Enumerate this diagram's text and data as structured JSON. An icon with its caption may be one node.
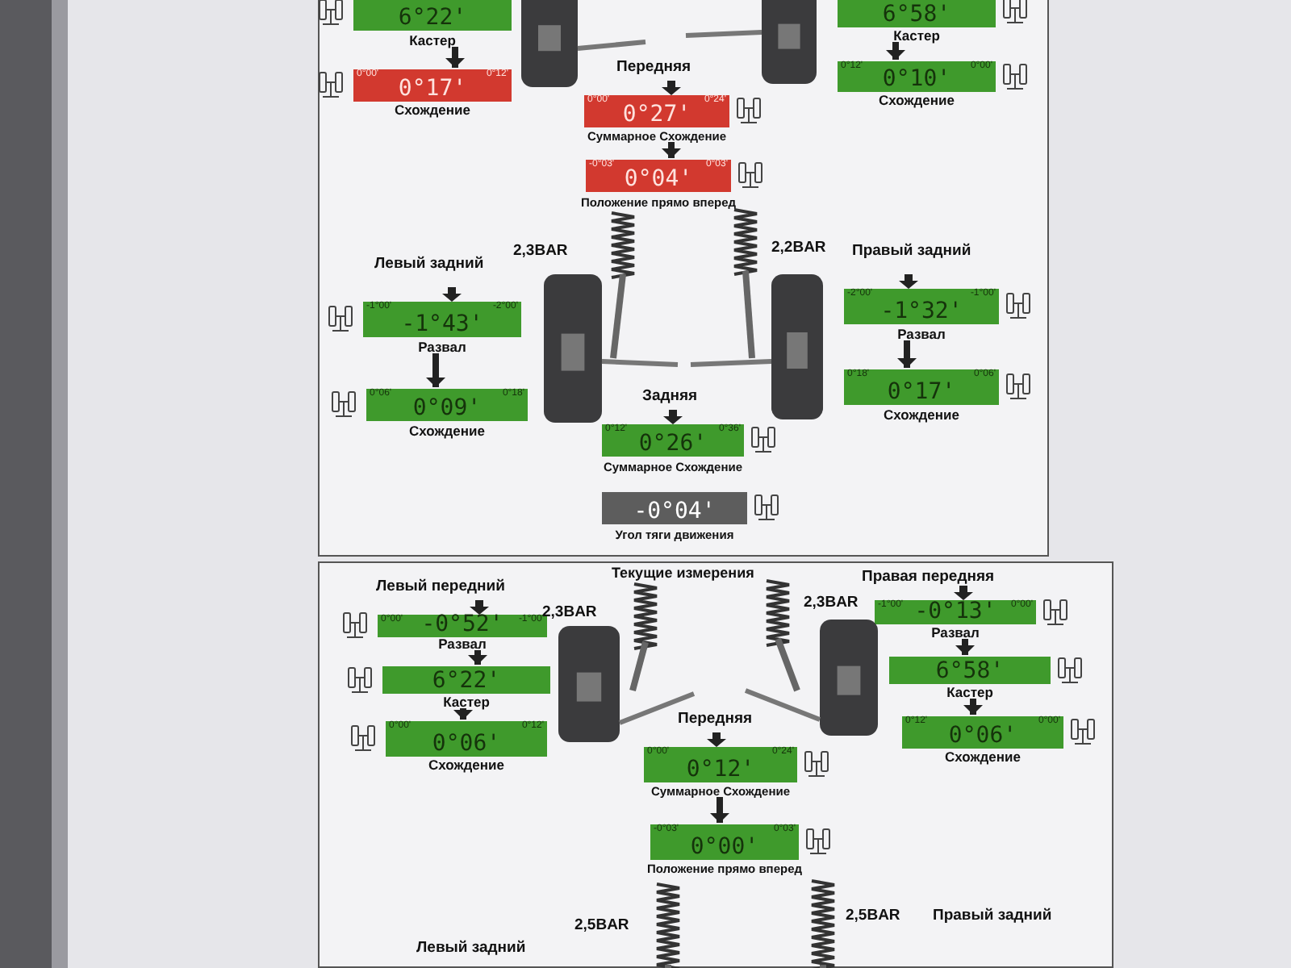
{
  "diagram": {
    "nodes": [
      {
        "text": [],
        "shape": "box"
      },
      {
        "text": [
          "Текущие измерения"
        ]
      },
      {
        "text": [
          "6°22'",
          "Кастер"
        ],
        "in": 0
      },
      {
        "text": [
          "0°00'",
          "0°17'",
          "0°12'",
          "Схождение"
        ],
        "in": 0
      },
      {
        "text": [
          "6°58'",
          "Кастер"
        ],
        "in": 0
      },
      {
        "text": [
          "0°12'",
          "0°10'",
          "0°00'",
          "Схождение"
        ],
        "in": 0
      },
      {
        "text": [
          "0°00'",
          "0°27'",
          "0°24'",
          "Суммарное Схождение"
        ],
        "in": 0
      },
      {
        "text": [
          "-0°03'",
          "0°04'",
          "0°03'",
          "Положение прямо вперед"
        ],
        "in": 0
      },
      {
        "text": [
          "-1°00'",
          "-1°43'",
          "-2°00'",
          "Развал"
        ],
        "in": 0
      },
      {
        "text": [
          "0°06'",
          "0°09'",
          "0°18'",
          "Схождение"
        ],
        "in": 0
      },
      {
        "text": [
          "-2°00'",
          "-1°32'",
          "-1°00'",
          "Развал"
        ],
        "in": 0
      },
      {
        "text": [
          "0°18'",
          "0°17'",
          "0°06'",
          "Схождение"
        ],
        "in": 0
      },
      {
        "text": [
          "0°12'",
          "0°26'",
          "0°36'",
          "Суммарное Схождение"
        ],
        "in": 0
      },
      {
        "text": [
          "-0°04'",
          "Угол тяги движения"
        ],
        "in": 0
      },
      {
        "text": [
          "0°00'",
          "-0°52'",
          "-1°00'",
          "Развал"
        ],
        "in": 1
      },
      {
        "text": [
          "6°22'",
          "Кастер"
        ],
        "in": 1
      },
      {
        "text": [
          "0°00'",
          "0°06'",
          "0°12'",
          "Схождение"
        ],
        "in": 1
      },
      {
        "text": [
          "-1°00'",
          "-0°13'",
          "0°00'",
          "Развал"
        ],
        "in": 1
      },
      {
        "text": [
          "6°58'",
          "Кастер"
        ],
        "in": 1
      },
      {
        "text": [
          "0°12'",
          "0°06'",
          "0°00'",
          "Схождение"
        ],
        "in": 1
      },
      {
        "text": [
          "0°00'",
          "0°12'",
          "0°24'",
          "Суммарное Схождение"
        ],
        "in": 1
      },
      {
        "text": [
          "-0°03'",
          "0°00'",
          "0°03'",
          "Положение прямо вперед"
        ],
        "in": 1
      }
    ],
    "edges": [
      {
        "from": 2,
        "to": 3,
        "arrow": "to"
      },
      {
        "from": 4,
        "to": 5,
        "arrow": "to"
      },
      {
        "from": 6,
        "to": 7,
        "arrow": "to"
      },
      {
        "from": 8,
        "to": 9,
        "arrow": "to"
      },
      {
        "from": 10,
        "to": 11,
        "arrow": "to"
      },
      {
        "from": 14,
        "to": 15,
        "arrow": "to"
      },
      {
        "from": 15,
        "to": 16,
        "arrow": "to"
      },
      {
        "from": 17,
        "to": 18,
        "arrow": "to"
      },
      {
        "from": 18,
        "to": 19,
        "arrow": "to"
      },
      {
        "from": 20,
        "to": 21,
        "arrow": "to"
      }
    ],
    "labels": [
      "Передняя",
      "2,3BAR",
      "2,2BAR",
      "Левый задний",
      "Правый задний",
      "Задняя",
      "Левый передний",
      "2,3BAR",
      "2,3BAR",
      "Правая передняя",
      "Передняя",
      "2,5BAR",
      "2,5BAR",
      "Левый задний",
      "Правый задний"
    ]
  }
}
